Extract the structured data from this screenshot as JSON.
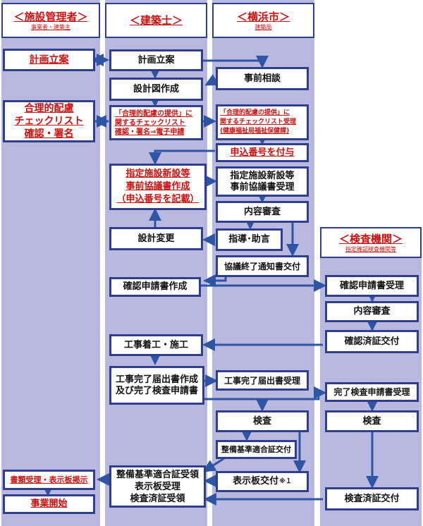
{
  "colors": {
    "column_bg": "#b9b9df",
    "border": "#2f3f8f",
    "red_text": "#cc1111",
    "arrow": "#2e55a5"
  },
  "headers": {
    "owner": {
      "title": "＜施設管理者＞",
      "sub": "事業者・建築主"
    },
    "architect": {
      "title": "＜建築士＞"
    },
    "city": {
      "title": "＜横浜市＞",
      "sub": "建築局"
    },
    "inspection": {
      "title": "＜検査機関＞",
      "sub": "指定確認検査機関等"
    }
  },
  "boxes": {
    "owner_plan": "計画立案",
    "owner_checklist": [
      "合理的配慮",
      "チェックリスト",
      "確認・署名"
    ],
    "owner_docs": "書類受理・表示板掲示",
    "owner_start": "事業開始",
    "arch_plan": "計画立案",
    "arch_design": "設計図作成",
    "arch_checklist": [
      "「合理的配慮の提供」に",
      "関するチェックリスト",
      "確認・署名⇒電子申請"
    ],
    "arch_consult": [
      "指定施設新設等",
      "事前協議書作成",
      "（申込番号を記載）"
    ],
    "arch_change": "設計変更",
    "arch_app": "確認申請書作成",
    "arch_construction": "工事着工・施工",
    "arch_completion": [
      "工事完了届出書作成",
      "及び完了検査申請書"
    ],
    "arch_receive": [
      "整備基準適合証受領",
      "表示板受理",
      "検査済証受領"
    ],
    "city_pre": "事前相談",
    "city_checklist": [
      "「合理的配慮の提供」に",
      "関するチェックリスト受理",
      "(健康福祉局福祉保健課)"
    ],
    "city_number": "申込番号を付与",
    "city_consult": [
      "指定施設新設等",
      "事前協議書受理"
    ],
    "city_review": "内容審査",
    "city_guidance": "指導･助言",
    "city_notice": "協議終了通知書交付",
    "city_completion": "工事完了届出書受理",
    "city_inspection": "検査",
    "city_cert": "整備基準適合証交付",
    "city_sign": "表示板交付",
    "city_sign_note": "※１",
    "insp_app": "確認申請書受理",
    "insp_review": "内容審査",
    "insp_cert": "確認済証交付",
    "insp_completion": "完了検査申請書受理",
    "insp_inspection": "検査",
    "insp_final": "検査済証交付"
  }
}
